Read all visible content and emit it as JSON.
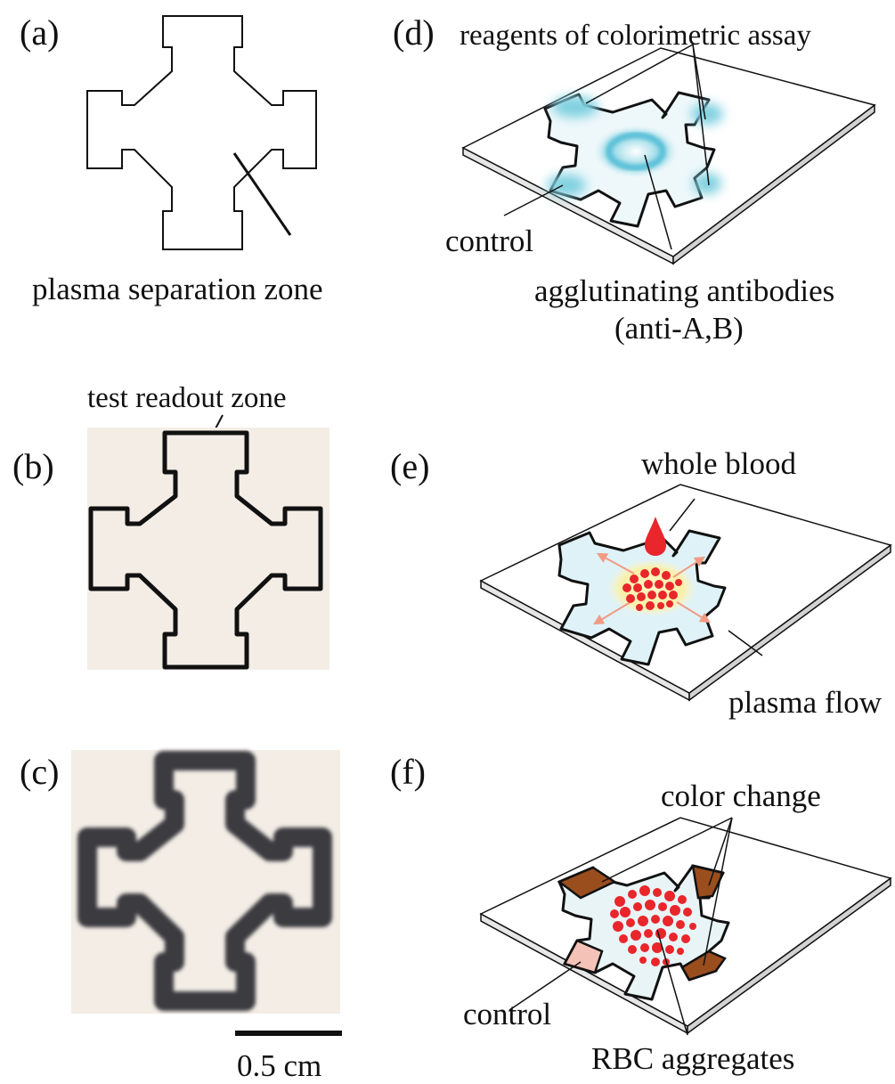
{
  "figure": {
    "panels": {
      "a": {
        "letter": "(a)",
        "caption": "plasma separation zone"
      },
      "b": {
        "letter": "(b)",
        "caption": "test readout zone"
      },
      "c": {
        "letter": "(c)",
        "scale_bar": "0.5 cm"
      },
      "d": {
        "letter": "(d)",
        "caption": "reagents of colorimetric assay",
        "control": "control",
        "antibodies_line1": "agglutinating antibodies",
        "antibodies_line2": "(anti-A,B)"
      },
      "e": {
        "letter": "(e)",
        "whole_blood": "whole blood",
        "plasma_flow": "plasma flow"
      },
      "f": {
        "letter": "(f)",
        "color_change": "color change",
        "control": "control",
        "rbc": "RBC aggregates"
      }
    },
    "colors": {
      "outline": "#111111",
      "paper": "#f3ede6",
      "wax_print": "#3b3b3f",
      "reagent_blue": "#7fd0e0",
      "plasma_blue": "#dff2f8",
      "blood_red": "#e8262b",
      "color_change_brown": "#9a4e1e",
      "control_pink": "#f5c2b8",
      "arrow_salmon": "#f19b85"
    }
  }
}
